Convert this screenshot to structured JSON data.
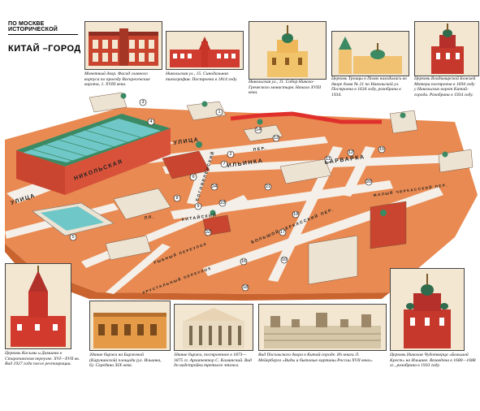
{
  "header": {
    "series": "ПО МОСКВЕ ИСТОРИЧЕСКОЙ",
    "title": "КИТАЙ –ГОРОД"
  },
  "captions_top": [
    {
      "id": "mint",
      "text": "Монетный двор. Фасад главного корпуса по проезду Воскресенские ворота, 1. XVIII века."
    },
    {
      "id": "synodal",
      "text": "Никольская ул., 15. Синодальная типография. Построена в 1814 году."
    },
    {
      "id": "nikolo-grech",
      "text": "Никольская ул., 11. Собор Николо-Греческого монастыря. Начало XVIII века."
    },
    {
      "id": "trinity",
      "text": "Церковь Троицы в Полях находилась во дворе дома № 21 по Никольской ул. Построена в 1634 году, разобрана в 1934."
    },
    {
      "id": "vladimir",
      "text": "Церковь Владимирской Божьей Матери построена в 1694 году у Никольских ворот Китай-города. Разобрана в 1934 году."
    }
  ],
  "captions_bottom": [
    {
      "id": "kosma",
      "text": "Церковь Косьмы и Дамиана в Старопанском переулке. XVI—XVII вв. Вид 1927 года после реставрации."
    },
    {
      "id": "birzha",
      "text": "Здание биржи на Биржевой (Карунинской) площади (ул. Ильинка, 6). Середина XIX века."
    },
    {
      "id": "birzha2",
      "text": "Здание биржи, построенное в 1873—1875 гг. Архитектор С. Каминский. Вид до надстройки третьего этажа."
    },
    {
      "id": "posolsky",
      "text": "Вид Посольского двора в Китай-городе. Из книги Л. Мейерберга «Виды и бытовые картины России XVII века»."
    },
    {
      "id": "nikola",
      "text": "Церковь Николая Чудотворца «Большой Крест» на Ильинке. Возведена в 1680—1688 гг., разобрана в 1933 году."
    }
  ],
  "streets": {
    "ulitsa_left": "УЛИЦА",
    "ulitsa_mid": "УЛИЦА",
    "nikolskaya": "НИКОЛЬСКАЯ",
    "ilinka": "ИЛЬИНКА",
    "varvarka": "ВАРВАРКА",
    "bogoyavl": "БОГОЯВЛЕНСКИЙ",
    "kitaisky": "КИТАЙСКИЙ",
    "cherkassky_b": "БОЛЬШОЙ ЧЕРКАССКИЙ ПЕР.",
    "cherkassky_m": "МАЛЫЙ ЧЕРКАССКИЙ ПЕР.",
    "per1": "ПЕР.",
    "rybny": "РЫБНЫЙ ПЕРЕУЛОК",
    "hrustalny": "ХРУСТАЛЬНЫЙ ПЕРЕУЛОК",
    "ploshch": "ПЛ."
  },
  "markers": [
    "1",
    "2",
    "3",
    "4",
    "5",
    "6",
    "7",
    "8",
    "9",
    "10",
    "11",
    "12",
    "13",
    "14",
    "15",
    "16",
    "17",
    "18",
    "19",
    "20",
    "21",
    "22",
    "23",
    "24"
  ],
  "colors": {
    "land": "#e98a52",
    "land_dark": "#d9733c",
    "street": "#f4efe8",
    "wall_red": "#e0302b",
    "roof_green": "#3b8a63",
    "glass": "#6fc7c8",
    "building": "#ece3d3"
  }
}
